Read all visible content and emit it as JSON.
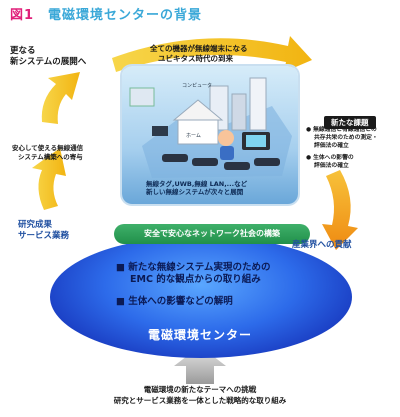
{
  "title": {
    "number": "図1",
    "text": "電磁環境センターの背景"
  },
  "top_left": {
    "line1": "更なる",
    "line2": "新システムの展開へ"
  },
  "top_center": {
    "line1": "全ての機器が無線端末になる",
    "line2": "ユビキタス時代の到来"
  },
  "left_middle": {
    "line1": "安心して使える無線通信",
    "line2": "システム構築への寄与"
  },
  "left_lower": {
    "line1": "研究成果",
    "line2": "サービス業務"
  },
  "scene": {
    "caption1": "無線タグ,UWB,無線 LAN,...など",
    "caption2": "新しい無線システムが次々と展開",
    "label_computer": "コンピュータ",
    "label_home": "ホーム"
  },
  "new_issues": {
    "tag": "新たな課題",
    "item1": {
      "line1": "無線通信と有線通信との",
      "line2": "共存共栄のための測定・",
      "line3": "評価法の確立"
    },
    "item2": {
      "line1": "生体への影響の",
      "line2": "評価法の確立"
    }
  },
  "pill": "安全で安心なネットワーク社会の構築",
  "industry": "産業界への貢献",
  "ellipse": {
    "item1_line1": "新たな無線システム実現のための",
    "item1_line2": "EMC 的な観点からの取り組み",
    "item2": "生体への影響などの解明"
  },
  "center_name": "電磁環境センター",
  "bottom": {
    "line1": "電磁環境の新たなテーマへの挑戦",
    "line2": "研究とサービス業務を一体とした戦略的な取り組み"
  },
  "colors": {
    "title_blue": "#3aa8d8",
    "title_pink": "#e0207a",
    "arrow_yellow": "#f5c21b",
    "arrow_orange": "#f29418",
    "pill_green": "#21904a",
    "ellipse_blue": "#2d6bea",
    "text_blue": "#1f4fa0"
  }
}
